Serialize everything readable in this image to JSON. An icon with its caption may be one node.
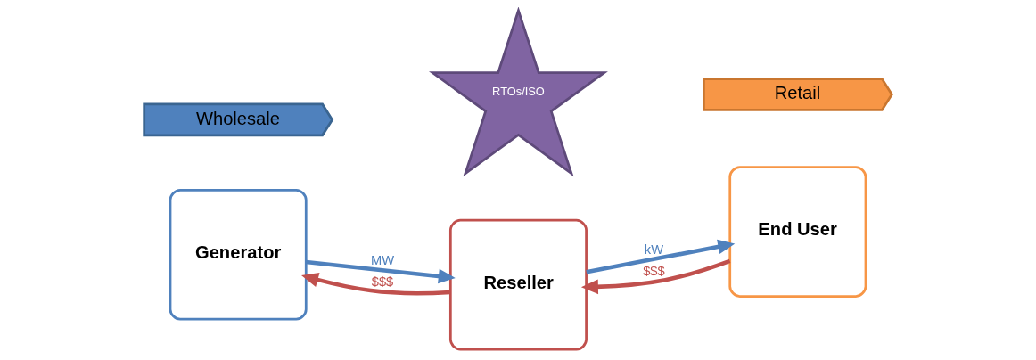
{
  "diagram": {
    "nodes": [
      {
        "text": [
          "Wholesale"
        ]
      },
      {
        "text": [
          "RTOs/ISO"
        ]
      },
      {
        "text": [
          "Retail"
        ]
      },
      {
        "text": [
          "Generator"
        ]
      },
      {
        "text": [
          "Reseller"
        ]
      },
      {
        "text": [
          "End User"
        ]
      }
    ],
    "edges": [
      {
        "from": 3,
        "to": 4,
        "arrow": "to",
        "label": "MW",
        "color": "#4f81bd"
      },
      {
        "from": 4,
        "to": 5,
        "arrow": "to",
        "label": "kW",
        "color": "#4f81bd"
      },
      {
        "from": 5,
        "to": 4,
        "arrow": "to",
        "label": "$$$",
        "color": "#c0504d"
      },
      {
        "from": 4,
        "to": 3,
        "arrow": "to",
        "label": "$$$",
        "color": "#c0504d"
      }
    ]
  }
}
